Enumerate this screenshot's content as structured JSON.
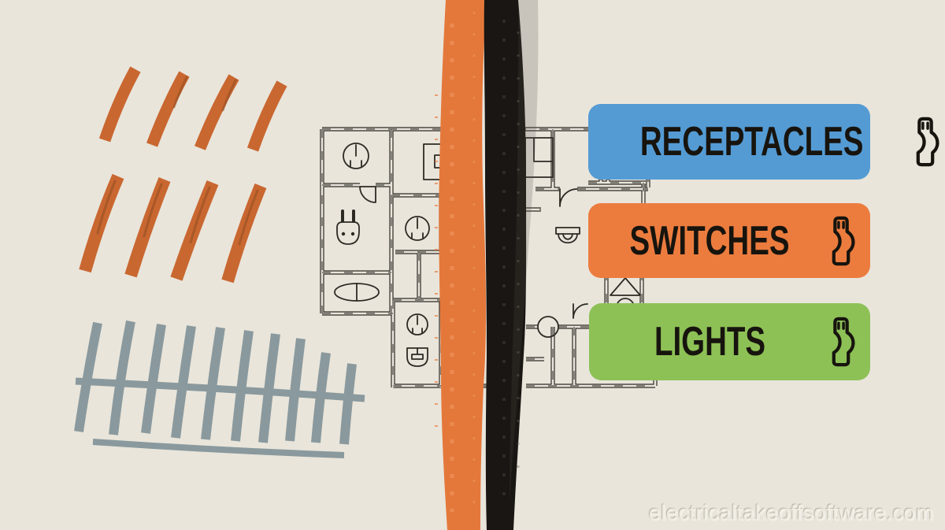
{
  "page": {
    "background": "#E9E5DB",
    "watermark": "electricaltakeoffsoftware.com"
  },
  "legend": {
    "items": [
      {
        "id": "receptacles",
        "label": "RECEPTACLES",
        "color": "#549BD4",
        "icon": "plug-icon"
      },
      {
        "id": "switches",
        "label": "SWITCHES",
        "color": "#EC7C3E",
        "icon": "plug-icon"
      },
      {
        "id": "lights",
        "label": "LIGHTS",
        "color": "#8DC156",
        "icon": "plug-icon"
      }
    ],
    "text_color": "#17140E",
    "icon_stroke": "#17140E"
  },
  "brush_strokes": {
    "orange_color": "#E4783B",
    "black_color": "#191613"
  },
  "tally_marks": {
    "orange": {
      "color": "#DC7338",
      "count": 8,
      "rows": [
        4,
        4
      ]
    },
    "slate": {
      "color": "#8EA4B1",
      "stroke_count": 10,
      "cross_strokes": 2
    }
  },
  "floorplan": {
    "line_color": "#2D2A24",
    "symbols": [
      "receptacle-outlet",
      "receptacle-outlet",
      "receptacle-outlet",
      "plug",
      "electrical-panel",
      "electrical-panel",
      "bathtub",
      "wall-outlet",
      "toilet",
      "door-swing",
      "door-swing",
      "door-swing",
      "ceiling-fixture",
      "junction-circle"
    ]
  }
}
